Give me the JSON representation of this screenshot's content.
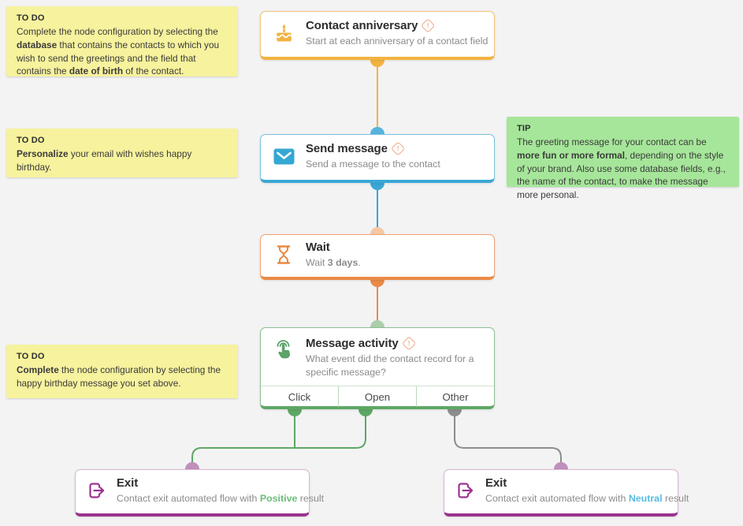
{
  "notes": {
    "todo1": {
      "label": "TO DO",
      "body": [
        {
          "t": "Complete the node configuration by selecting the "
        },
        {
          "t": "database",
          "b": true
        },
        {
          "t": " that contains the contacts to which you wish to send the greetings and the field that contains the "
        },
        {
          "t": "date of birth",
          "b": true
        },
        {
          "t": " of the contact."
        }
      ]
    },
    "todo2": {
      "label": "TO DO",
      "body": [
        {
          "t": "Personalize",
          "b": true
        },
        {
          "t": " your email with wishes happy birthday."
        }
      ]
    },
    "tip": {
      "label": "TIP",
      "body": [
        {
          "t": "The greeting message for your contact can be "
        },
        {
          "t": "more fun or more formal",
          "b": true
        },
        {
          "t": ", depending on the style of your brand. Also use some database fields, e.g., the name of the contact, to make the message more personal."
        }
      ]
    },
    "todo3": {
      "label": "TO DO",
      "body": [
        {
          "t": "Complete",
          "b": true
        },
        {
          "t": " the node configuration by selecting the happy birthday message you set above."
        }
      ]
    }
  },
  "nodes": {
    "contact_anniversary": {
      "title": "Contact anniversary",
      "subtitle": [
        {
          "t": "Start at each anniversary of a contact field"
        }
      ],
      "icon": "cake-icon",
      "has_warning": true,
      "accent": "#f2b342"
    },
    "send_message": {
      "title": "Send message",
      "subtitle": [
        {
          "t": "Send a message to the contact"
        }
      ],
      "icon": "envelope-icon",
      "has_warning": true,
      "accent": "#3aa7d5"
    },
    "wait": {
      "title": "Wait",
      "subtitle": [
        {
          "t": "Wait "
        },
        {
          "t": "3 days",
          "b": true
        },
        {
          "t": "."
        }
      ],
      "icon": "hourglass-icon",
      "has_warning": false,
      "accent": "#ea8a47"
    },
    "message_activity": {
      "title": "Message activity",
      "subtitle": [
        {
          "t": "What event did the contact record for a specific message?"
        }
      ],
      "icon": "tap-icon",
      "has_warning": true,
      "accent": "#5ea765",
      "branches": [
        {
          "label": "Click"
        },
        {
          "label": "Open"
        },
        {
          "label": "Other"
        }
      ]
    },
    "exit_positive": {
      "title": "Exit",
      "subtitle": [
        {
          "t": "Contact exit automated flow with "
        },
        {
          "t": "Positive",
          "b": true,
          "c": "#6cbc7a"
        },
        {
          "t": " result"
        }
      ],
      "icon": "exit-icon",
      "has_warning": false,
      "accent": "#9c3390"
    },
    "exit_neutral": {
      "title": "Exit",
      "subtitle": [
        {
          "t": "Contact exit automated flow with "
        },
        {
          "t": "Neutral",
          "b": true,
          "c": "#55bde4"
        },
        {
          "t": " result"
        }
      ],
      "icon": "exit-icon",
      "has_warning": false,
      "accent": "#9c3390"
    }
  },
  "colors": {
    "canvas_bg": "#f3f3f4",
    "note_yellow": "#f6f29d",
    "note_green": "#a6e69a",
    "amber": "#f2b342",
    "blue": "#3aa7d5",
    "blue_in_dot": "#56b3dc",
    "peach_in_dot": "#f5c8a4",
    "orange": "#ea8a47",
    "green": "#5ea765",
    "green_in_dot": "#abceab",
    "gray": "#8d8d8d",
    "magenta": "#9c3390",
    "mauve_in_dot": "#bf90bb",
    "positive_text": "#6cbc7a",
    "neutral_text": "#55bde4",
    "warning_icon": "#f0a886"
  }
}
